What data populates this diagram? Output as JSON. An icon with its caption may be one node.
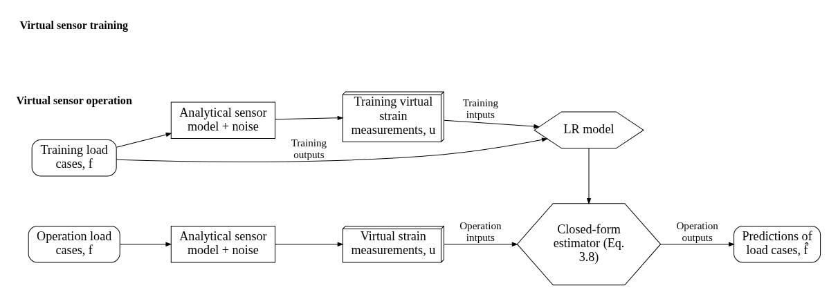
{
  "diagram": {
    "nodes": [
      {
        "text": [
          "Training load cases, f"
        ]
      },
      {
        "text": [
          "Analytical sensor model + noise"
        ]
      },
      {
        "text": [
          "Training virtual strain measurements, u"
        ]
      },
      {
        "text": [
          "LR model"
        ]
      },
      {
        "text": [
          "Operation load cases, f"
        ]
      },
      {
        "text": [
          "Analytical sensor model + noise"
        ]
      },
      {
        "text": [
          "Virtual strain measurements, u"
        ]
      },
      {
        "text": [
          "Closed-form estimator (Eq. 3.8)"
        ]
      },
      {
        "text": [
          "Predictions of load cases, f̂"
        ]
      }
    ],
    "edges": [
      {
        "from": 0,
        "to": 1,
        "arrow": "to"
      },
      {
        "from": 1,
        "to": 2,
        "arrow": "to"
      },
      {
        "from": 0,
        "to": 3,
        "arrow": "to",
        "label": "Training outputs"
      },
      {
        "from": 2,
        "to": 3,
        "arrow": "to",
        "label": "Training intputs"
      },
      {
        "from": 3,
        "to": 7,
        "arrow": "to"
      },
      {
        "from": 4,
        "to": 5,
        "arrow": "to"
      },
      {
        "from": 5,
        "to": 6,
        "arrow": "to"
      },
      {
        "from": 6,
        "to": 7,
        "arrow": "to",
        "label": "Operation intputs"
      },
      {
        "from": 7,
        "to": 8,
        "arrow": "to",
        "label": "Operation outputs"
      }
    ],
    "labels": [
      "Virtual sensor training",
      "Virtual sensor operation"
    ]
  }
}
